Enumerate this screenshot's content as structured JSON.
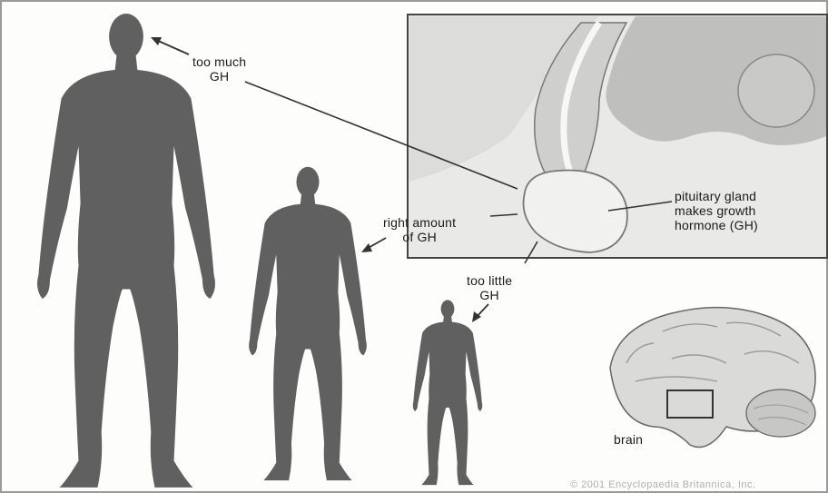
{
  "labels": {
    "too_much": [
      "too much",
      "GH"
    ],
    "right_amount": [
      "right amount",
      "of GH"
    ],
    "too_little": [
      "too little",
      "GH"
    ],
    "pituitary": [
      "pituitary gland",
      "makes growth",
      "hormone (GH)"
    ],
    "brain": "brain",
    "copyright": "© 2001 Encyclopaedia Britannica, Inc."
  },
  "colors": {
    "silhouette": "#606060",
    "inset_bg": "#e8e8e8",
    "tissue": "#bdbdbd",
    "gland": "#ececec",
    "line": "#333333"
  }
}
